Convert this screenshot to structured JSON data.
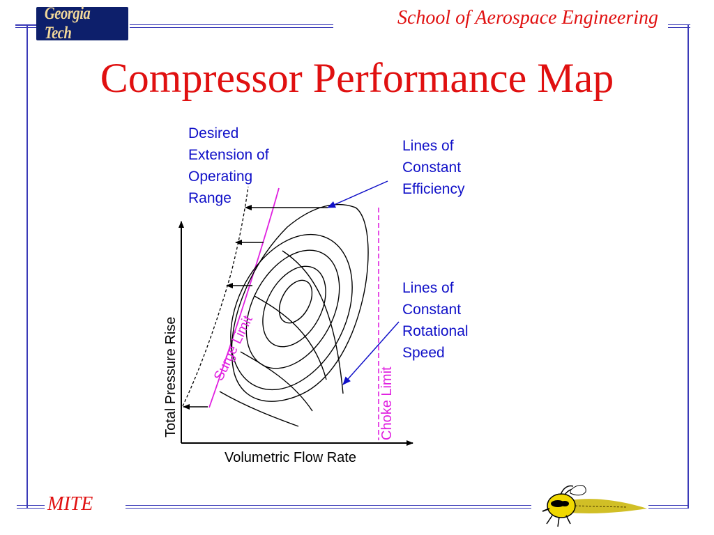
{
  "header": {
    "logo_text": "Georgia Tech",
    "school": "School of Aerospace Engineering"
  },
  "title": "Compressor Performance Map",
  "diagram": {
    "label_desired_extension": "Desired\nExtension of\nOperating\nRange",
    "label_constant_efficiency": "Lines of\nConstant\nEfficiency",
    "label_constant_speed": "Lines of\nConstant\nRotational\nSpeed",
    "surge_limit": "Surge Limit",
    "choke_limit": "Choke Limit",
    "x_axis_label": "Volumetric Flow Rate",
    "y_axis_label": "Total Pressure Rise"
  },
  "footer": {
    "mite": "MITE",
    "mascot_icon": "yellow-jacket-mascot-icon"
  },
  "colors": {
    "frame": "#3a3ab8",
    "title_red": "#e01010",
    "label_blue": "#1010c8",
    "limit_magenta": "#e020e0",
    "logo_navy": "#0d1f6b"
  }
}
